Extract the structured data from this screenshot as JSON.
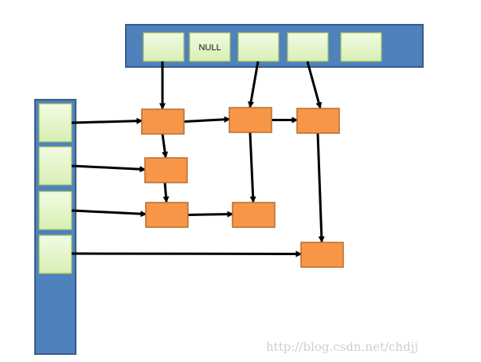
{
  "diagram": {
    "column_header_slots": [
      "",
      "NULL",
      "",
      "",
      ""
    ],
    "row_header_slots": [
      "",
      "",
      "",
      ""
    ],
    "nodes": [
      "n11",
      "n12",
      "n13",
      "n21",
      "n31",
      "n32",
      "n43"
    ],
    "links": [
      [
        "col0",
        "n11"
      ],
      [
        "col2",
        "n12"
      ],
      [
        "col3",
        "n13"
      ],
      [
        "row0",
        "n11"
      ],
      [
        "row1",
        "n21"
      ],
      [
        "row2",
        "n31"
      ],
      [
        "row3",
        "n43"
      ],
      [
        "n11",
        "n12"
      ],
      [
        "n12",
        "n13"
      ],
      [
        "n31",
        "n32"
      ],
      [
        "n11",
        "n21"
      ],
      [
        "n21",
        "n31"
      ],
      [
        "n12",
        "n32"
      ],
      [
        "n13",
        "n43"
      ]
    ],
    "colors": {
      "header_bar": "#4f81bd",
      "header_border": "#385d8a",
      "slot_fill": "#e6f5cc",
      "slot_border": "#9bbb59",
      "node_fill": "#f79646",
      "node_border": "#b66d31",
      "arrow": "#000000"
    }
  },
  "watermark": "http://blog.csdn.net/chdjj"
}
